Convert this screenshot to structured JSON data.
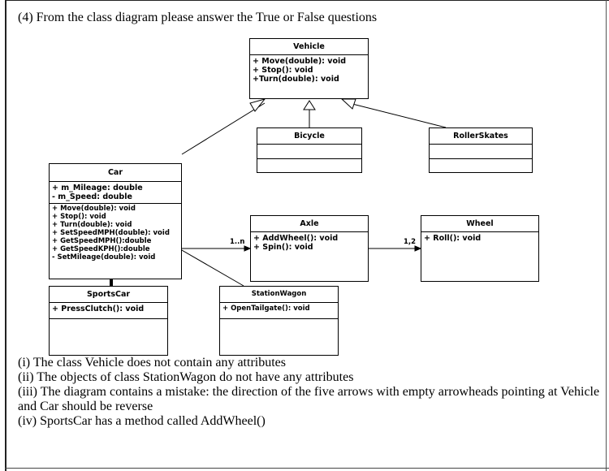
{
  "question": {
    "title": "(4) From the class diagram please answer the True or False questions"
  },
  "classes": {
    "vehicle": {
      "name": "Vehicle",
      "methods": [
        "+ Move(double): void",
        "+ Stop(): void",
        "+Turn(double): void"
      ]
    },
    "bicycle": {
      "name": "Bicycle"
    },
    "rollerskates": {
      "name": "RollerSkates"
    },
    "car": {
      "name": "Car",
      "attributes": [
        "+ m_Mileage: double",
        "- m_Speed: double"
      ],
      "methods": [
        "+ Move(double): void",
        "+ Stop(): void",
        "+ Turn(double): void",
        "+ SetSpeedMPH(double): void",
        "+ GetSpeedMPH():double",
        "+ GetSpeedKPH():double",
        "- SetMileage(double): void"
      ]
    },
    "axle": {
      "name": "Axle",
      "methods": [
        "+ AddWheel(): void",
        "+ Spin(): void"
      ]
    },
    "wheel": {
      "name": "Wheel",
      "methods": [
        "+ Roll(): void"
      ]
    },
    "sportscar": {
      "name": "SportsCar",
      "methods": [
        "+ PressClutch(): void"
      ]
    },
    "stationwagon": {
      "name": "StationWagon",
      "methods": [
        "+ OpenTailgate(): void"
      ]
    }
  },
  "multiplicities": {
    "car_axle": "1..n",
    "axle_wheel": "1,2"
  },
  "questions": [
    "(i) The class Vehicle does not contain any attributes",
    "(ii) The objects of class StationWagon do not have any attributes",
    "(iii) The diagram contains a mistake: the direction of the five arrows with empty arrowheads pointing at Vehicle and Car should be reverse",
    "(iv) SportsCar has a method called AddWheel()"
  ]
}
